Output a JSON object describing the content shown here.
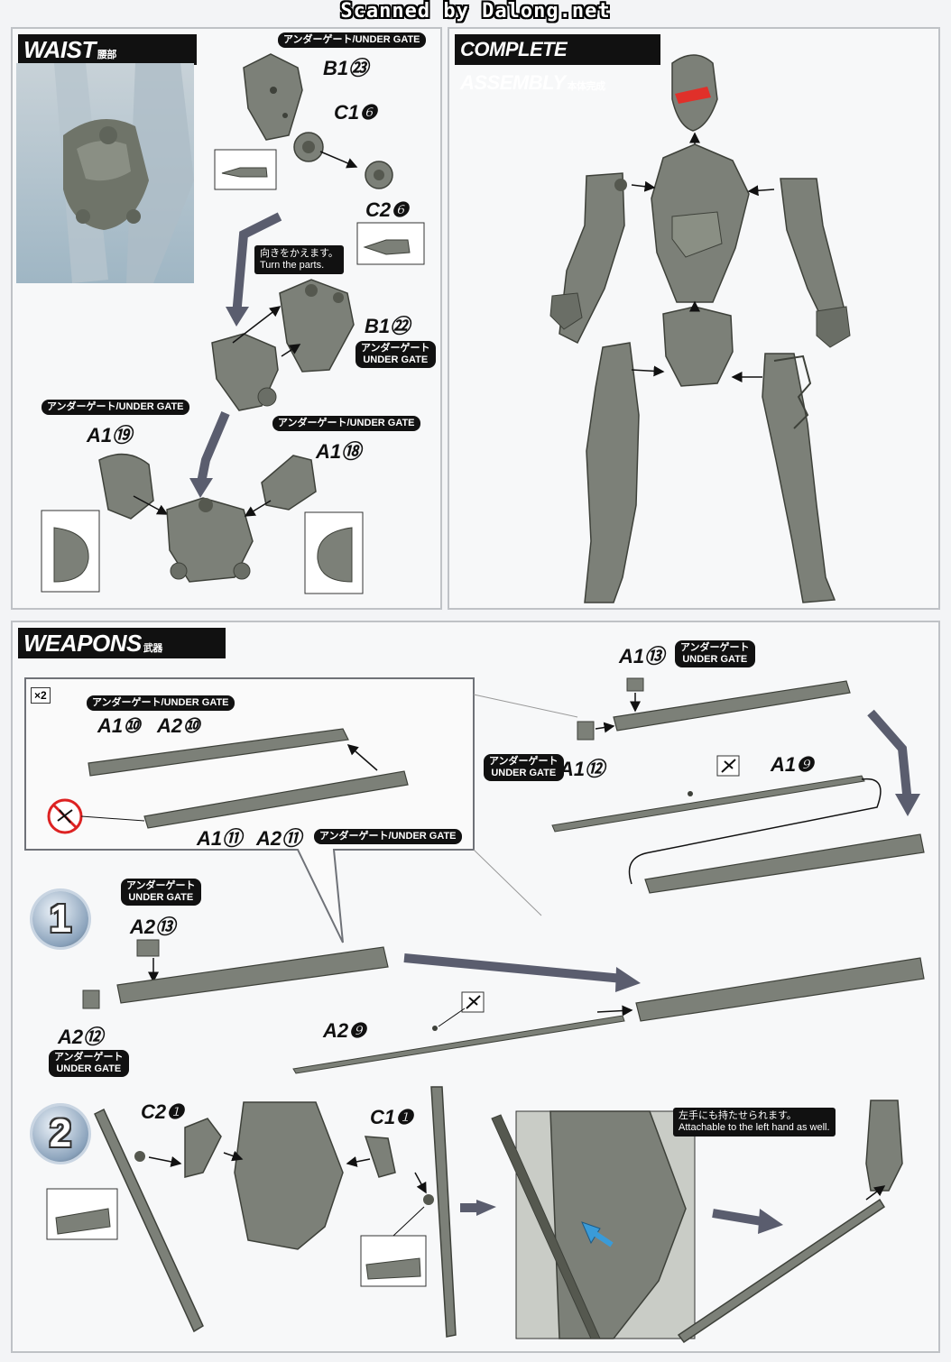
{
  "watermark": "Scanned by Dalong.net",
  "waist": {
    "title": "WAIST",
    "title_jp": "腰部",
    "gate_b1_23": "アンダーゲート/UNDER GATE",
    "part_b1_23": "B1㉓",
    "part_c1_6": "C1❻",
    "part_c2_6": "C2❻",
    "turn_note_jp": "向きをかえます。",
    "turn_note_en": "Turn the parts.",
    "part_b1_22": "B1㉒",
    "gate_b1_22_jp": "アンダーゲート",
    "gate_b1_22_en": "UNDER GATE",
    "gate_a1_19": "アンダーゲート/UNDER GATE",
    "part_a1_19": "A1⑲",
    "gate_a1_18": "アンダーゲート/UNDER GATE",
    "part_a1_18": "A1⑱"
  },
  "complete": {
    "title": "COMPLETE ASSEMBLY",
    "title_jp": "本体完成"
  },
  "weapons": {
    "title": "WEAPONS",
    "title_jp": "武器",
    "x2": "×2",
    "gate_top_left": "アンダーゲート/UNDER GATE",
    "part_a1_10": "A1⑩",
    "part_a2_10": "A2⑩",
    "part_a1_11": "A1⑪",
    "part_a2_11": "A2⑪",
    "gate_a11": "アンダーゲート/UNDER GATE",
    "part_a1_13": "A1⑬",
    "gate_a1_13_jp": "アンダーゲート",
    "gate_a1_13_en": "UNDER GATE",
    "gate_a1_12_jp": "アンダーゲート",
    "gate_a1_12_en": "UNDER GATE",
    "part_a1_12": "A1⑫",
    "part_a1_9": "A1❾",
    "step1": "1",
    "gate_a2_13_jp": "アンダーゲート",
    "gate_a2_13_en": "UNDER GATE",
    "part_a2_13": "A2⑬",
    "part_a2_12": "A2⑫",
    "gate_a2_12_jp": "アンダーゲート",
    "gate_a2_12_en": "UNDER GATE",
    "part_a2_9": "A2❾",
    "step2": "2",
    "part_c2_1": "C2❶",
    "part_c1_1": "C1❶",
    "left_hand_jp": "左手にも持たせられます。",
    "left_hand_en": "Attachable to the left hand as well."
  },
  "colors": {
    "part_gray": "#7c8078",
    "part_dark": "#55584f",
    "frame": "#bfc2c6",
    "arrow": "#5a5d6e",
    "accent_red": "#e0302a",
    "accent_blue": "#3a9bd8"
  }
}
